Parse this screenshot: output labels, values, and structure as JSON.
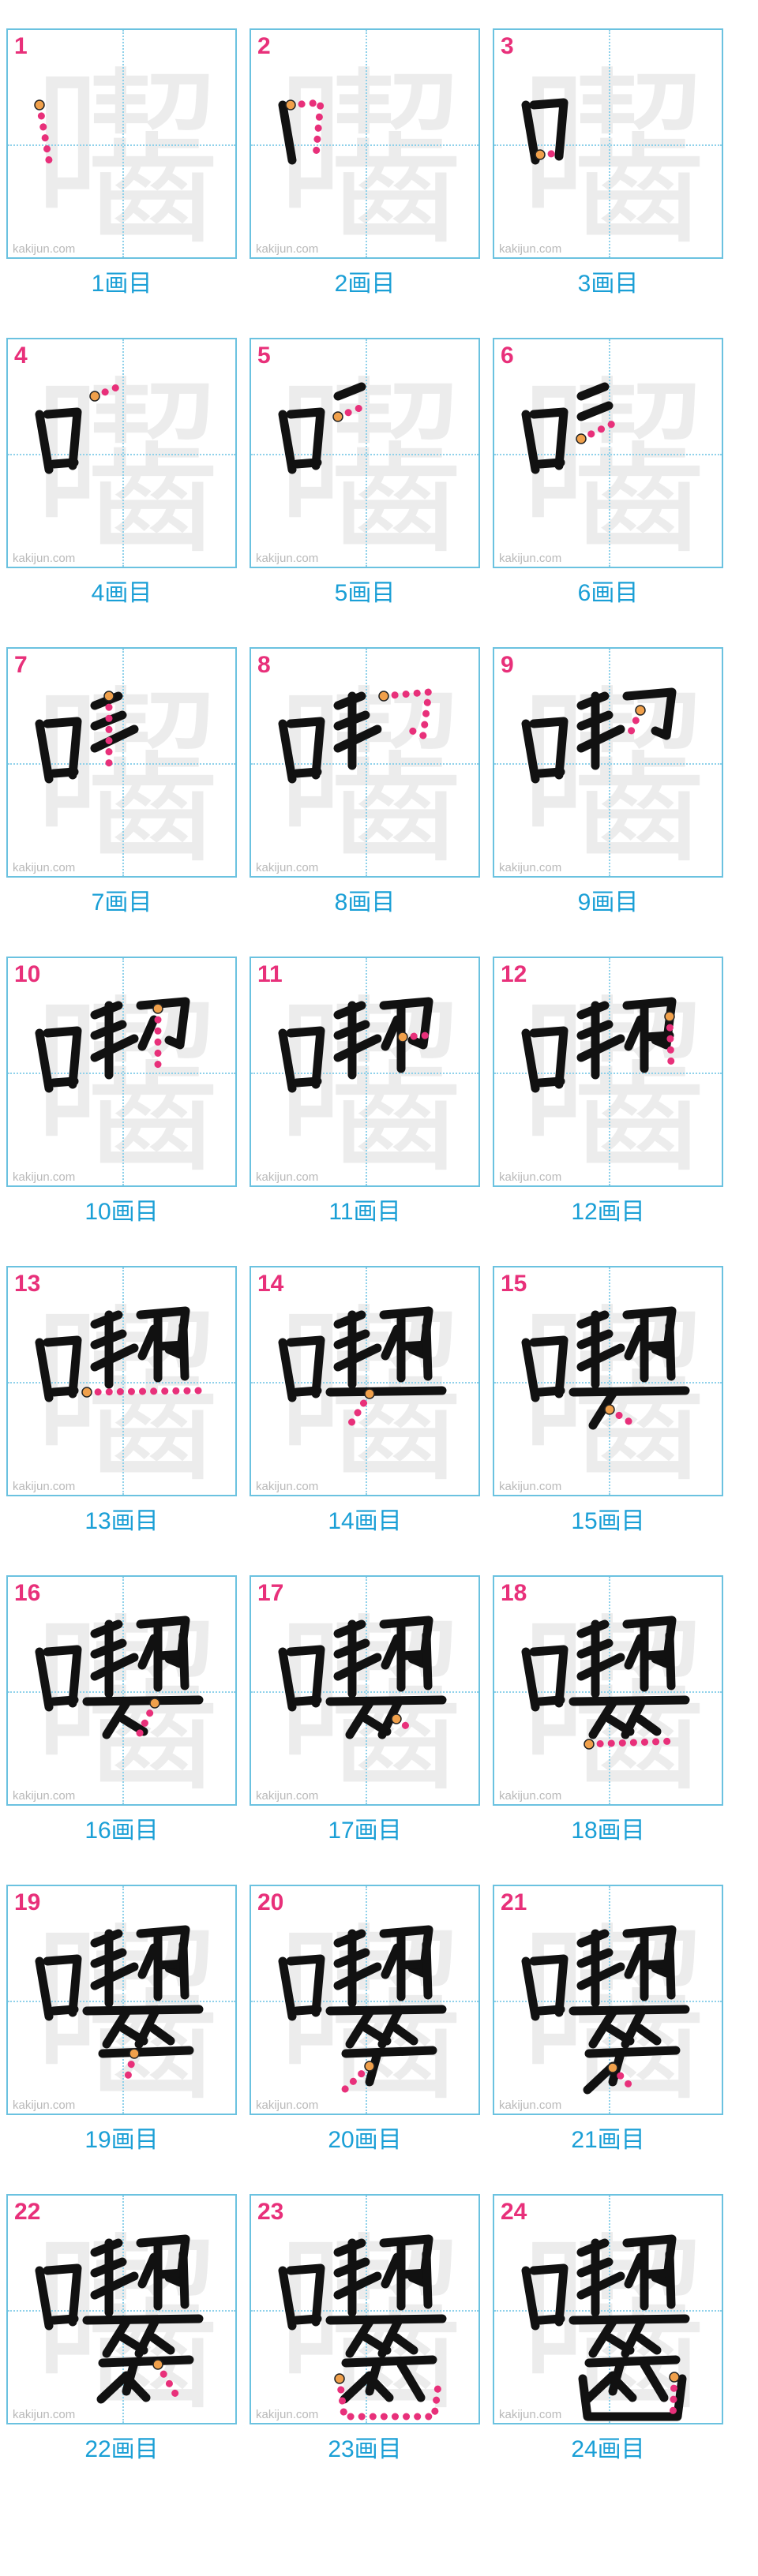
{
  "kanji": "囓",
  "watermark": "kakijun.com",
  "caption_suffix": "画目",
  "total_strokes": 24,
  "colors": {
    "border": "#6bc2e0",
    "stroke_number": "#e8307a",
    "caption": "#1a9fd6",
    "current_stroke": "#e8307a",
    "drawn_strokes": "#111111",
    "ghost": "#ececec"
  },
  "cells": [
    {
      "number": "1",
      "caption": "1画目"
    },
    {
      "number": "2",
      "caption": "2画目"
    },
    {
      "number": "3",
      "caption": "3画目"
    },
    {
      "number": "4",
      "caption": "4画目"
    },
    {
      "number": "5",
      "caption": "5画目"
    },
    {
      "number": "6",
      "caption": "6画目"
    },
    {
      "number": "7",
      "caption": "7画目"
    },
    {
      "number": "8",
      "caption": "8画目"
    },
    {
      "number": "9",
      "caption": "9画目"
    },
    {
      "number": "10",
      "caption": "10画目"
    },
    {
      "number": "11",
      "caption": "11画目"
    },
    {
      "number": "12",
      "caption": "12画目"
    },
    {
      "number": "13",
      "caption": "13画目"
    },
    {
      "number": "14",
      "caption": "14画目"
    },
    {
      "number": "15",
      "caption": "15画目"
    },
    {
      "number": "16",
      "caption": "16画目"
    },
    {
      "number": "17",
      "caption": "17画目"
    },
    {
      "number": "18",
      "caption": "18画目"
    },
    {
      "number": "19",
      "caption": "19画目"
    },
    {
      "number": "20",
      "caption": "20画目"
    },
    {
      "number": "21",
      "caption": "21画目"
    },
    {
      "number": "22",
      "caption": "22画目"
    },
    {
      "number": "23",
      "caption": "23画目"
    },
    {
      "number": "24",
      "caption": "24画目"
    }
  ]
}
